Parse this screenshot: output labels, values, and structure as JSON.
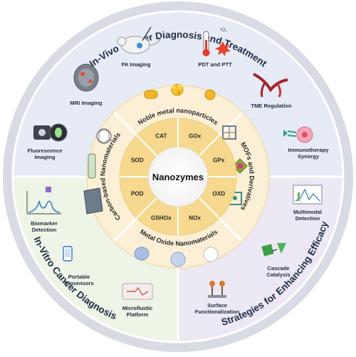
{
  "center": {
    "title": "Nanozymes"
  },
  "enzymes": [
    "CAT",
    "GOx",
    "GPx",
    "OXD",
    "NOx",
    "GSHOx",
    "POD",
    "SOD"
  ],
  "nanomaterial_classes": {
    "top": "Noble metal nanoparticles",
    "right": "MOFs and Derivatives",
    "bottom": "Metal Oxide Nanomaterials",
    "left": "Carbon-based Nanomaterials"
  },
  "outer_sections": {
    "top": "In-Vivo Cancer Diagnosis and Treatment",
    "bottom_left": "In-Vitro Cancer Diagnosis",
    "bottom_right": "Strategies for Enhancing Efficacy"
  },
  "applications": {
    "pa_imaging": "PA Imaging",
    "pdt_ptt": "PDT and PTT",
    "mri_imaging": "MRI Imaging",
    "tme_regulation": "TME Regulation",
    "fluorescence_imaging": [
      "Fluorescence",
      "Imaging"
    ],
    "immunotherapy_synergy": [
      "Immunotherapy",
      "Synergy"
    ],
    "biomarker_detection": [
      "Biomarker",
      "Detection"
    ],
    "multimodal_detection": [
      "Multimodal",
      "Detection"
    ],
    "portable_biosensors": [
      "Portable",
      "Biosensors"
    ],
    "cascade_catalysis": [
      "Cascade",
      "Catalysis"
    ],
    "microfluidic_platform": [
      "Microfluidic",
      "Platform"
    ],
    "surface_functionalization": [
      "Surface",
      "Functionalization"
    ]
  },
  "colors": {
    "top_section": "#e6ebf6",
    "bottom_left_section": "#eef4e6",
    "bottom_right_section": "#ece8f4",
    "ring_band": "#fbefd6",
    "inner_ring": "#f6d98e",
    "center": "#ffffff"
  }
}
